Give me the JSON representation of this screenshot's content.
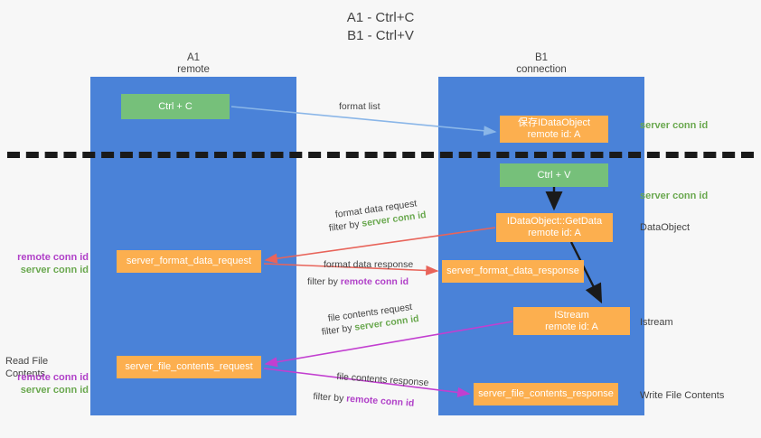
{
  "title": {
    "line1": "A1 - Ctrl+C",
    "line2": "B1 - Ctrl+V"
  },
  "lanes": [
    {
      "id": "a1",
      "name": "A1",
      "sub": "remote",
      "color": "#4a82d8"
    },
    {
      "id": "b1",
      "name": "B1",
      "sub": "connection",
      "color": "#4a82d8"
    }
  ],
  "boxes": {
    "ctrl_c": {
      "line1": "Ctrl + C",
      "line2": "",
      "color": "#76c07a"
    },
    "save_idataobject": {
      "line1": "保存IDataObject",
      "line2": "remote id: A",
      "color": "#fcaf4f"
    },
    "ctrl_v": {
      "line1": "Ctrl + V",
      "line2": "",
      "color": "#76c07a"
    },
    "getdata": {
      "line1": "IDataObject::GetData",
      "line2": "remote id: A",
      "color": "#fcaf4f"
    },
    "istream": {
      "line1": "IStream",
      "line2": "remote id: A",
      "color": "#fcaf4f"
    },
    "server_format_data_request": {
      "line1": "server_format_data_request",
      "line2": "",
      "color": "#fcaf4f"
    },
    "server_format_data_response": {
      "line1": "server_format_data_response",
      "line2": "",
      "color": "#fcaf4f"
    },
    "server_file_contents_request": {
      "line1": "server_file_contents_request",
      "line2": "",
      "color": "#fcaf4f"
    },
    "server_file_contents_response": {
      "line1": "server_file_contents_response",
      "line2": "",
      "color": "#fcaf4f"
    }
  },
  "edge_labels": {
    "format_list": "format list",
    "format_data_request": "format data request",
    "format_data_request_filter_prefix": "filter by ",
    "format_data_request_filter_value": "server conn id",
    "format_data_response": "format data response",
    "format_data_response_filter_prefix": "filter by ",
    "format_data_response_filter_value": "remote conn id",
    "file_contents_request": "file contents request",
    "file_contents_request_filter_prefix": "filter by ",
    "file_contents_request_filter_value": "server conn id",
    "file_contents_response": "file contents response",
    "file_contents_response_filter_prefix": "filter by ",
    "file_contents_response_filter_value": "remote conn id"
  },
  "annotations": {
    "right": {
      "server_conn_id_top": "server conn id",
      "server_conn_id_mid": "server conn id",
      "dataobject": "DataObject",
      "istream": "Istream",
      "write_file_contents": "Write File Contents"
    },
    "left": {
      "remote_conn_id_1": "remote conn id",
      "server_conn_id_1": "server conn id",
      "read_file_contents": "Read File Contents",
      "remote_conn_id_2": "remote conn id",
      "server_conn_id_2": "server conn id"
    }
  },
  "colors": {
    "lane": "#4a82d8",
    "green_box": "#76c07a",
    "orange_box": "#fcaf4f",
    "green_text": "#6aa84f",
    "magenta_text": "#b040c8",
    "dark_text": "#434343",
    "background": "#f7f7f7",
    "separator": "#1a1a1a",
    "arrow_blue": "#8ab6e8",
    "arrow_red": "#e8645a",
    "arrow_magenta": "#c23fd0",
    "arrow_dark": "#1a1a1a"
  }
}
